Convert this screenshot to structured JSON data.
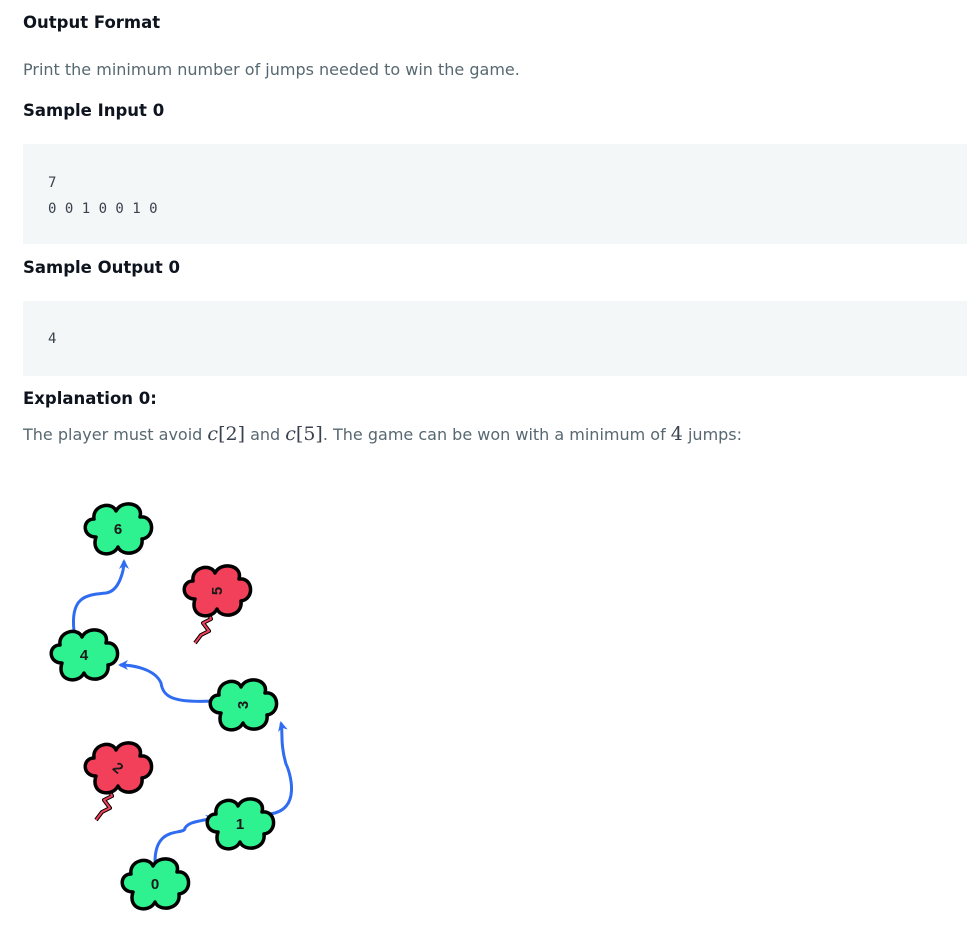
{
  "output_format": {
    "heading": "Output Format",
    "text": "Print the minimum number of jumps needed to win the game."
  },
  "sample_input": {
    "heading": "Sample Input 0",
    "line1": "7",
    "line2": "0 0 1 0 0 1 0"
  },
  "sample_output": {
    "heading": "Sample Output 0",
    "value": "4"
  },
  "explanation": {
    "heading": "Explanation 0:",
    "part1": "The player must avoid ",
    "var1": "c",
    "idx1": "[2]",
    "part2": " and ",
    "var2": "c",
    "idx2": "[5]",
    "part3": ". The game can be won with a minimum of ",
    "num": "4",
    "part4": " jumps:"
  },
  "diagram": {
    "safe_color": "#2ef28f",
    "thunder_color": "#f2405a",
    "arrow_color": "#2f6cf2",
    "clouds": [
      {
        "label": "0",
        "type": "safe"
      },
      {
        "label": "1",
        "type": "safe"
      },
      {
        "label": "2",
        "type": "thunder"
      },
      {
        "label": "3",
        "type": "safe"
      },
      {
        "label": "4",
        "type": "safe"
      },
      {
        "label": "5",
        "type": "thunder"
      },
      {
        "label": "6",
        "type": "safe"
      }
    ]
  }
}
